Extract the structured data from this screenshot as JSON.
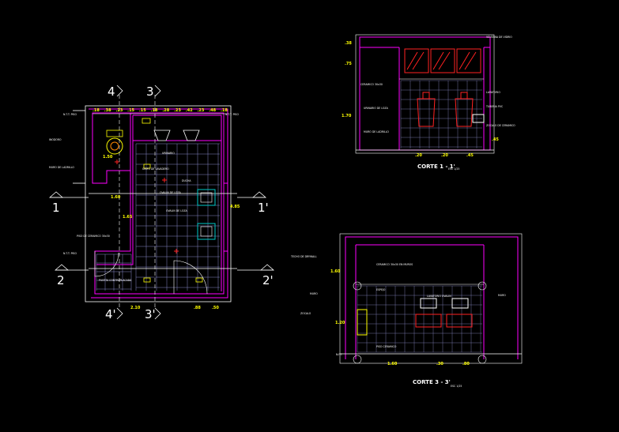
{
  "drawing": {
    "background": "#000000",
    "colors": {
      "walls": "#ff00ff",
      "grid": "#8a8ac8",
      "dimensions": "#ffff00",
      "fixtures": "#ff2222",
      "outline": "#ffffff",
      "dashed": "#00c8c8"
    }
  },
  "plan": {
    "section_markers": {
      "s4_top": "4",
      "s3_top": "3",
      "s4_bottom": "4'",
      "s3_bottom": "3'",
      "s1_left": "1",
      "s1_right": "1'",
      "s2_left": "2",
      "s2_right": "2'"
    },
    "dims": {
      "top": [
        ".18",
        ".38",
        ".23",
        ".15",
        ".15",
        ".18",
        ".28",
        ".23",
        ".42",
        ".23",
        ".48",
        ".18"
      ],
      "left_1": "1.50",
      "mid_a": "1.60",
      "mid_b": "1.65",
      "right": "4.85",
      "bottom_a": "2.10",
      "bottom_b": ".88",
      "bottom_c": ".50"
    },
    "labels": {
      "nivel_1": "N.T.T. PISO",
      "nivel_2": "N.T.T. PISO",
      "nivel_3": "N.T.T. PISO",
      "grifo": "GRIFO DE LAVADERO",
      "ducha": "DUCHA",
      "ovalin_1": "OVALIN DE LOZA",
      "ovalin_2": "OVALIN DE LOZA",
      "puerta": "PUERTA CONTRAPLACADA",
      "inodoro": "INODORO",
      "urinario": "URINARIO",
      "piso": "PISO DE CERAMICO 30x30",
      "muro": "MURO DE LADRILLO"
    }
  },
  "corte1": {
    "title": "CORTE 1 - 1'",
    "scale": "ESC 1/25",
    "dims": {
      "h1": ".38",
      "h2": ".75",
      "h3": "1.70",
      "h4": ".45",
      "w1": ".20",
      "w2": ".20",
      "w3": ".45"
    },
    "labels": {
      "n1": "VENTANA DE VIDRIO",
      "n2": "CERAMICO 30x30",
      "n3": "URINARIO DE LOZA",
      "n4": "LAVATORIO",
      "n5": "TUBERIA PVC",
      "n6": "MURO DE LADRILLO",
      "n7": "ZOCALO DE CERAMICO"
    }
  },
  "corte3": {
    "title": "CORTE 3 - 3'",
    "scale": "ESC 1/25",
    "dims": {
      "v1": "1.60",
      "v2": "1.20",
      "b1": "1.60",
      "b2": ".30",
      "b3": ".80"
    },
    "labels": {
      "n1": "TECHO DE DRYWALL",
      "n2": "CERAMICO 30x30 EN MUROS",
      "n3": "LAVATORIO OVALIN",
      "n4": "ESPEJO",
      "n5": "MURO",
      "n6": "PISO CERAMICO",
      "n7": "ZOCALO",
      "n8": "N.P.T."
    }
  }
}
